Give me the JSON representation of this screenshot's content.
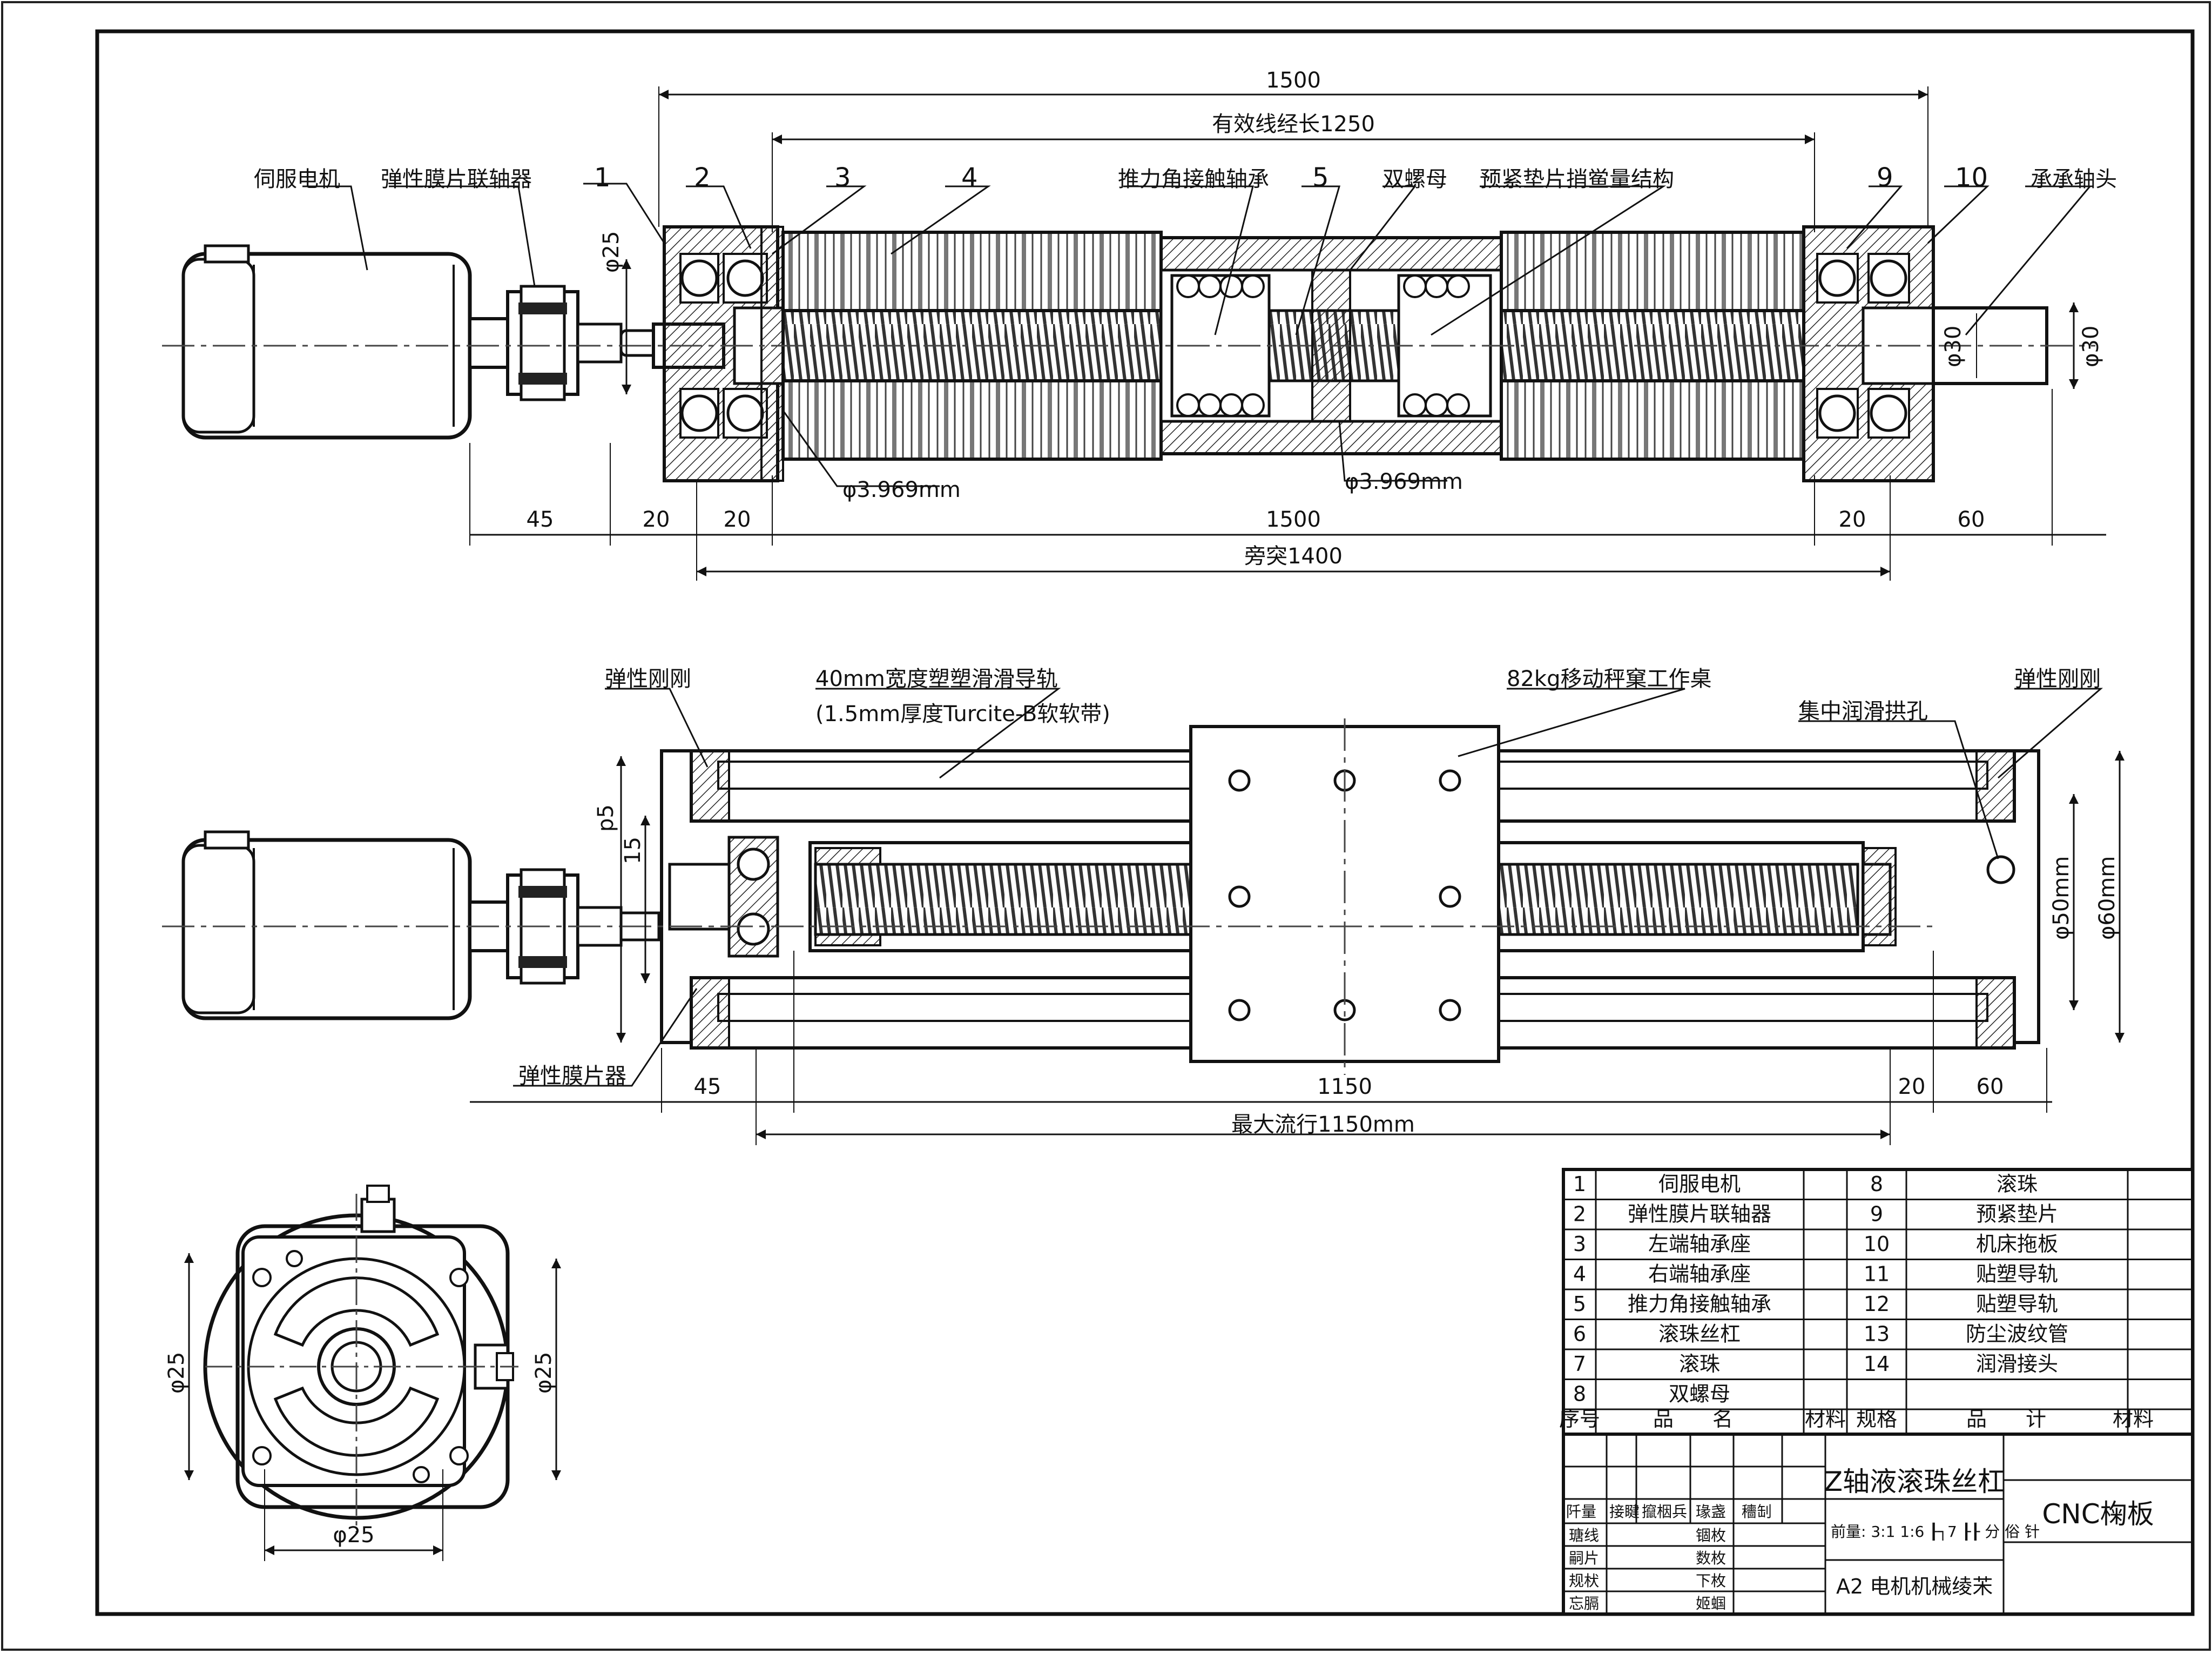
{
  "top_view": {
    "dim_total": "1500",
    "dim_effective": "有效线经长1250",
    "dim_bottom_mid": "1500",
    "dim_bottom_total": "旁突1400",
    "dim_45": "45",
    "dim_20a": "20",
    "dim_20b": "20",
    "dim_20c": "20",
    "dim_60": "60",
    "dia_25": "φ25",
    "dia_30_in": "φ30",
    "dia_30_out": "φ30",
    "ball_dia_1": "φ3.969mm",
    "ball_dia_2": "φ3.969mm",
    "label_motor": "伺服电机",
    "label_coupling": "弹性膜片联轴器",
    "label_thrust": "推力角接触轴承",
    "label_double_nut": "双螺母",
    "label_preload": "预紧垫片捎鲎量结构",
    "label_bearing_head": "承承轴头",
    "callouts": [
      "1",
      "2",
      "3",
      "4",
      "5",
      "9",
      "10"
    ]
  },
  "mid_view": {
    "label_left_elastic": "弹性刚刚",
    "label_guide": "40mm宽度塑塑滑滑导轨",
    "label_guide_sub": "(1.5mm厚度Turcite-B软软带)",
    "label_table": "82kg移动秤窠工作桌",
    "label_lube": "集中润滑拱孔",
    "label_right_elastic": "弹性刚刚",
    "label_coupling": "弹性膜片器",
    "dim_p5": "p5",
    "dim_15": "15",
    "dim_45": "45",
    "dim_1150": "1150",
    "dim_20": "20",
    "dim_60": "60",
    "dim_travel": "最大流行1150mm",
    "dia_50": "φ50mm",
    "dia_60": "φ60mm"
  },
  "end_view": {
    "dia_left": "φ25",
    "dia_right": "φ25",
    "dia_bottom": "φ25"
  },
  "parts_list": {
    "rows": [
      {
        "no": "1",
        "name": "伺服电机",
        "no2": "8",
        "name2": "滚珠"
      },
      {
        "no": "2",
        "name": "弹性膜片联轴器",
        "no2": "9",
        "name2": "预紧垫片"
      },
      {
        "no": "3",
        "name": "左端轴承座",
        "no2": "10",
        "name2": "机床拖板"
      },
      {
        "no": "4",
        "name": "右端轴承座",
        "no2": "11",
        "name2": "贴塑导轨"
      },
      {
        "no": "5",
        "name": "推力角接触轴承",
        "no2": "12",
        "name2": "贴塑导轨"
      },
      {
        "no": "6",
        "name": "滚珠丝杠",
        "no2": "13",
        "name2": "防尘波纹管"
      },
      {
        "no": "7",
        "name": "滚珠",
        "no2": "14",
        "name2": "润滑接头"
      },
      {
        "no": "8",
        "name": "双螺母",
        "no2": "",
        "name2": ""
      }
    ],
    "header": {
      "no": "序号",
      "name_a": "品",
      "name_b": "名",
      "material": "材料",
      "spec": "规格",
      "pin": "品",
      "ji": "计",
      "material2": "材料"
    }
  },
  "title_block": {
    "title": "Z轴液滚珠丝杠",
    "company": "CNC椈板",
    "scale_row": "前量: 3:1 1:6 ┠┐7 ┠┠ 分 俗 针",
    "sheet": "A2  电机机械绫㭉",
    "row_labels": [
      "阡量",
      "接睷",
      "攛栶兵",
      "瑑盏",
      "穯㓡"
    ],
    "left_labels": [
      "瑭线",
      "嗣片",
      "规枤",
      "忘膈"
    ],
    "right_labels": [
      "锢枚",
      "数枚",
      "下枚",
      "姬蝈"
    ]
  }
}
